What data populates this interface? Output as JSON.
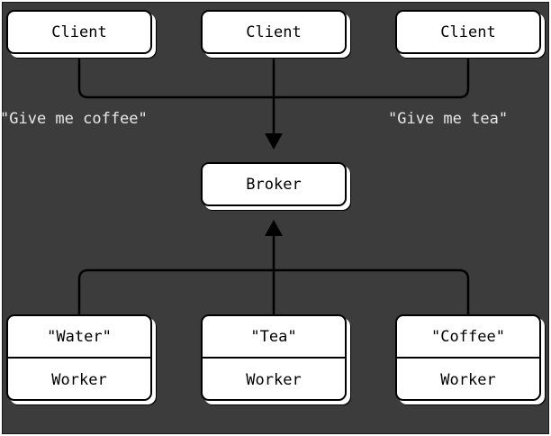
{
  "clients": [
    {
      "label": "Client"
    },
    {
      "label": "Client"
    },
    {
      "label": "Client"
    }
  ],
  "messages": {
    "left": "\"Give me coffee\"",
    "right": "\"Give me tea\""
  },
  "broker": {
    "label": "Broker"
  },
  "workers": [
    {
      "service": "\"Water\"",
      "label": "Worker"
    },
    {
      "service": "\"Tea\"",
      "label": "Worker"
    },
    {
      "service": "\"Coffee\"",
      "label": "Worker"
    }
  ],
  "colors": {
    "background": "#3c3c3c",
    "box_fill": "#ffffff",
    "line": "#000000",
    "message_text": "#e8e8e8"
  }
}
